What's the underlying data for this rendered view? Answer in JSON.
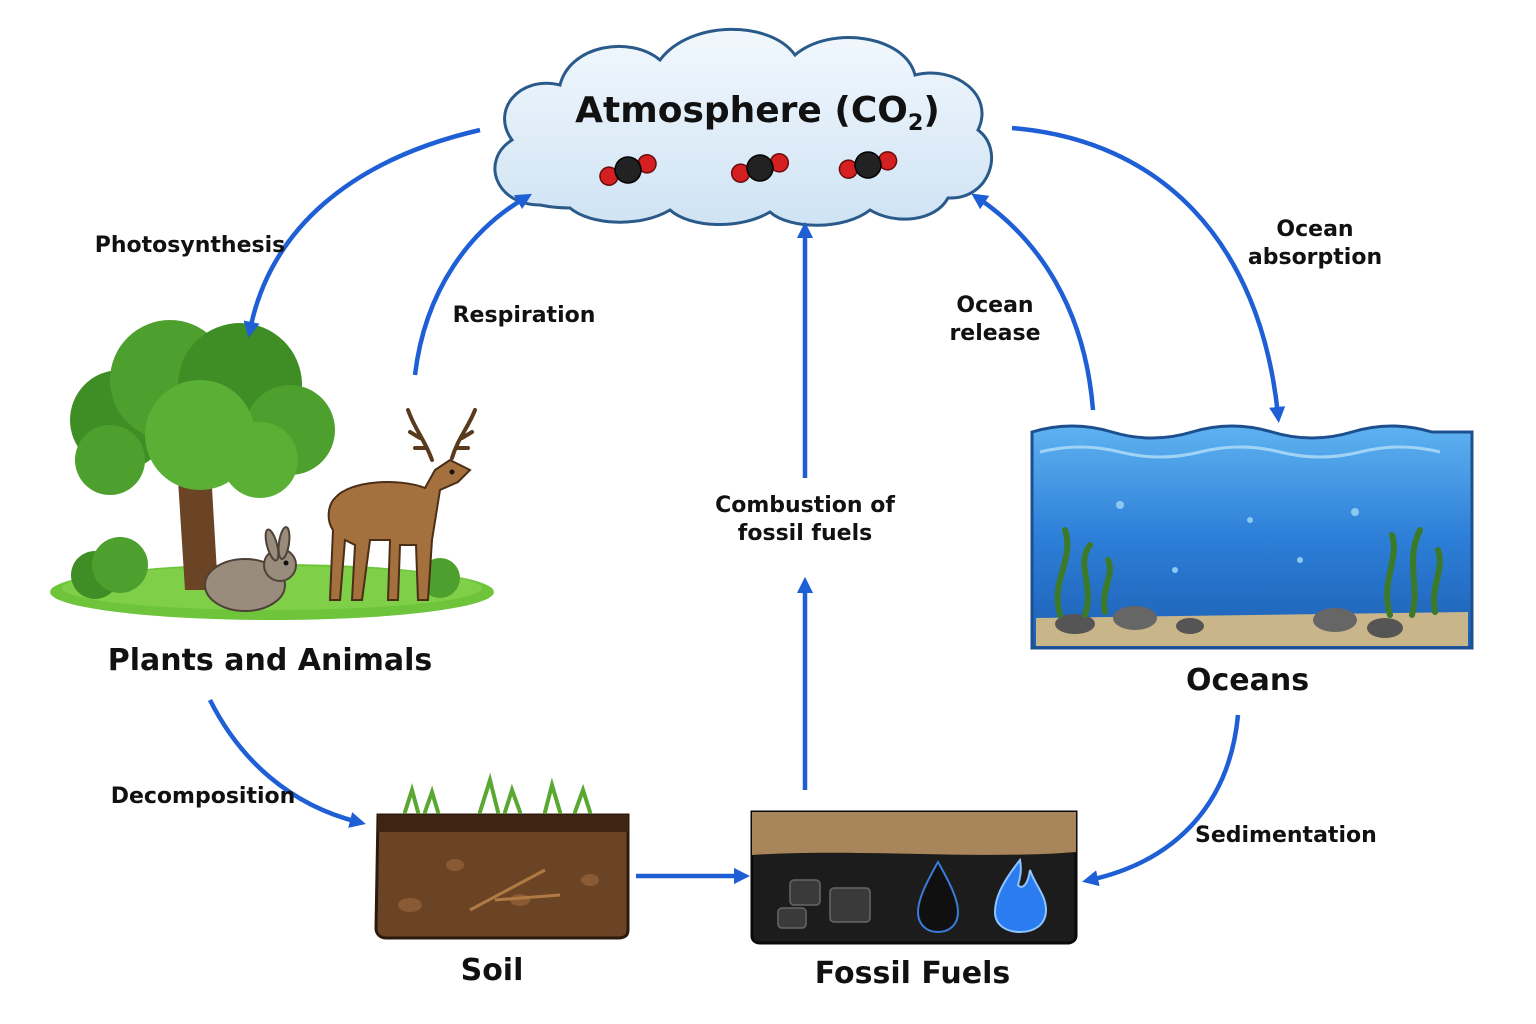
{
  "diagram": {
    "title_prefix": "Atmosphere (CO",
    "title_sub": "2",
    "title_suffix": ")",
    "nodes": {
      "plants_animals": "Plants and Animals",
      "oceans": "Oceans",
      "soil": "Soil",
      "fossil_fuels": "Fossil Fuels"
    },
    "processes": {
      "photosynthesis": "Photosynthesis",
      "respiration": "Respiration",
      "ocean_absorption_1": "Ocean",
      "ocean_absorption_2": "absorption",
      "ocean_release_1": "Ocean",
      "ocean_release_2": "release",
      "combustion_1": "Combustion of",
      "combustion_2": "fossil fuels",
      "decomposition": "Decomposition",
      "sedimentation": "Sedimentation"
    }
  },
  "colors": {
    "arrow": "#1f5fd6",
    "cloud_fill": "#dcecf8",
    "cloud_stroke": "#2a5a8a",
    "water": "#2d7fd8",
    "soil": "#6b4426",
    "fossil": "#1c1c1c",
    "grass": "#5aa832"
  }
}
